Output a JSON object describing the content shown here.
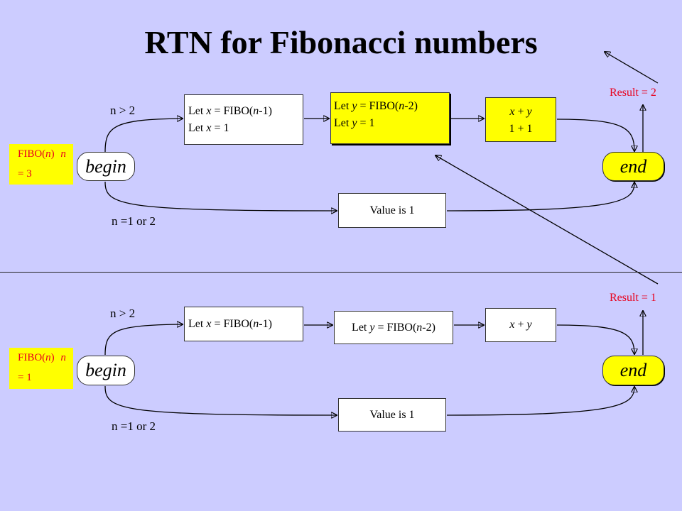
{
  "title": "RTN for Fibonacci numbers",
  "colors": {
    "background": "#ccccff",
    "highlight": "#ffff00",
    "result_text": "#e8001c"
  },
  "top": {
    "fibo_call": [
      "FIBO(n)",
      "n = 3"
    ],
    "begin": "begin",
    "end": "end",
    "cond_recursive": "n > 2",
    "cond_base": "n =1 or 2",
    "step_x": [
      "Let x = FIBO(n-1)",
      "Let x = 1"
    ],
    "step_y": [
      "Let y = FIBO(n-2)",
      "Let y = 1"
    ],
    "step_sum": [
      "x + y",
      "1 + 1"
    ],
    "base_value": "Value is 1",
    "result": "Result = 2"
  },
  "bottom": {
    "fibo_call": [
      "FIBO(n)",
      "n = 1"
    ],
    "begin": "begin",
    "end": "end",
    "cond_recursive": "n > 2",
    "cond_base": "n =1 or 2",
    "step_x": [
      "Let x = FIBO(n-1)"
    ],
    "step_y": [
      "Let y = FIBO(n-2)"
    ],
    "step_sum": [
      "x + y"
    ],
    "base_value": "Value is 1",
    "result": "Result = 1"
  }
}
